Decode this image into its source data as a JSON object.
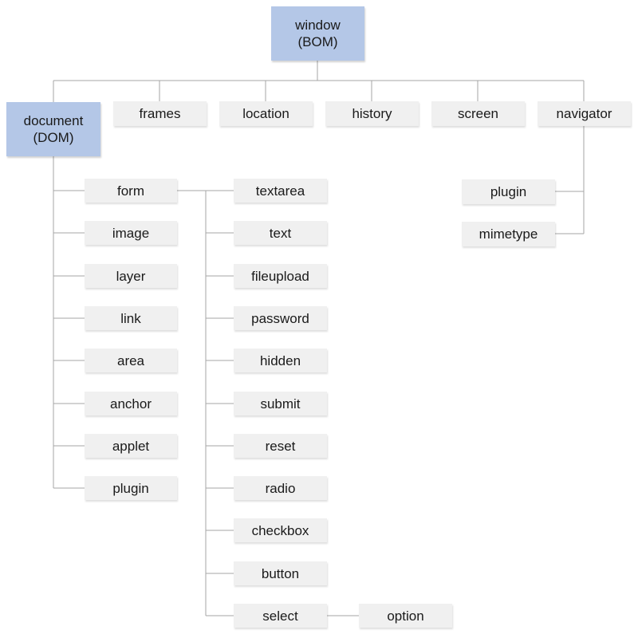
{
  "root": {
    "line1": "window",
    "line2": "(BOM)"
  },
  "document_node": {
    "line1": "document",
    "line2": "(DOM)"
  },
  "bom_children": [
    "frames",
    "location",
    "history",
    "screen",
    "navigator"
  ],
  "navigator_children": [
    "plugin",
    "mimetype"
  ],
  "document_children": [
    "form",
    "image",
    "layer",
    "link",
    "area",
    "anchor",
    "applet",
    "plugin"
  ],
  "form_children": [
    "textarea",
    "text",
    "fileupload",
    "password",
    "hidden",
    "submit",
    "reset",
    "radio",
    "checkbox",
    "button",
    "select"
  ],
  "select_children": [
    "option"
  ],
  "colors": {
    "primary": "#b4c7e7",
    "node": "#f0f0f0",
    "line": "#a6a6a6"
  }
}
